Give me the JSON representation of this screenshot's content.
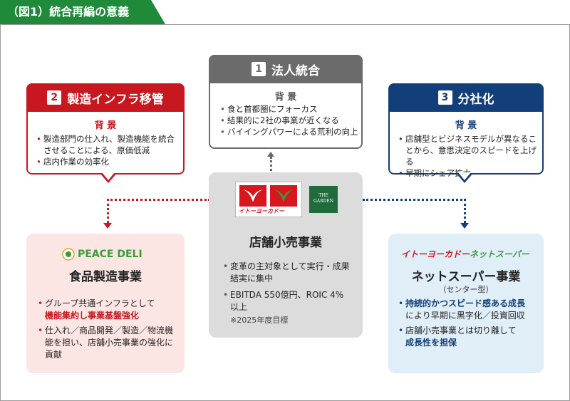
{
  "figure_title": "（図1）統合再編の意義",
  "colors": {
    "green": "#1e8a3a",
    "red": "#c8171e",
    "gray": "#6b6b6b",
    "blue": "#123f7a",
    "pink_bg": "#fbe6e4",
    "gray_bg": "#dcdcdc",
    "blue_bg": "#e0eef8"
  },
  "box1": {
    "num": "1",
    "title": "法人統合",
    "bg_label": "背 景",
    "items": [
      "食と首都圏にフォーカス",
      "結果的に2社の事業が近くなる",
      "バイイングパワーによる荒利の向上"
    ]
  },
  "box2": {
    "num": "2",
    "title": "製造インフラ移管",
    "bg_label": "背 景",
    "items": [
      "製造部門の仕入れ、製造機能を統合させることによる、原価低減",
      "店内作業の効率化"
    ]
  },
  "box3": {
    "num": "3",
    "title": "分社化",
    "bg_label": "背 景",
    "items": [
      "店舗型とビジネスモデルが異なることから、意思決定のスピードを上げる",
      "早期にシェア拡大"
    ]
  },
  "center": {
    "logo_text": "イトーヨーカドー",
    "garden_line1": "THE",
    "garden_line2": "GARDEN",
    "title": "店舗小売事業",
    "item1": "変革の主対象として実行・成果結実に集中",
    "item2": "EBITDA 550億円、ROIC 4%以上",
    "note": "※2025年度目標"
  },
  "left": {
    "logo_text": "PEACE DELI",
    "title": "食品製造事業",
    "item1_a": "グループ共通インフラとして",
    "item1_b": "機能集約し事業基盤強化",
    "item2": "仕入れ／商品開発／製造／物流機能を担い、店舗小売事業の強化に貢献"
  },
  "right": {
    "logo_a": "イトーヨーカドー",
    "logo_b": "ネットスーパー",
    "title": "ネットスーパー事業",
    "subtitle": "（センター型）",
    "item1_a": "持続的かつスピード感ある成長",
    "item1_b": "により早期に黒字化／投資回収",
    "item2_a": "店舗小売事業とは切り離して",
    "item2_b": "成長性を担保"
  }
}
